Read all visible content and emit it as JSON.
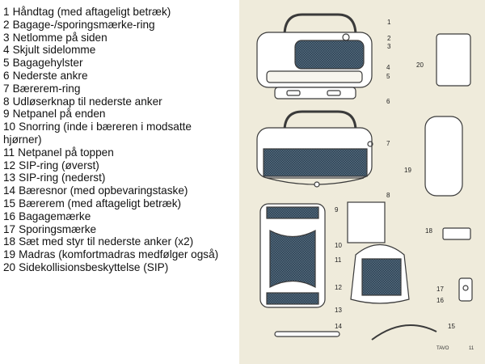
{
  "legend": {
    "items": [
      {
        "number": "1",
        "label": "Håndtag (med aftageligt betræk)"
      },
      {
        "number": "2",
        "label": "Bagage-/sporingsmærke-ring"
      },
      {
        "number": "3",
        "label": "Netlomme på siden"
      },
      {
        "number": "4",
        "label": "Skjult sidelomme"
      },
      {
        "number": "5",
        "label": "Bagagehylster"
      },
      {
        "number": "6",
        "label": "Nederste ankre"
      },
      {
        "number": "7",
        "label": "Bærerem-ring"
      },
      {
        "number": "8",
        "label": "Udløserknap til nederste anker"
      },
      {
        "number": "9",
        "label": "Netpanel på enden"
      },
      {
        "number": "10",
        "label": "Snorring (inde i bæreren i modsatte"
      },
      {
        "number": "",
        "label": "hjørner)"
      },
      {
        "number": "11",
        "label": "Netpanel på toppen"
      },
      {
        "number": "12",
        "label": "SIP-ring (øverst)"
      },
      {
        "number": "13",
        "label": "SIP-ring (nederst)"
      },
      {
        "number": "14",
        "label": "Bæresnor (med opbevaringstaske)"
      },
      {
        "number": "15",
        "label": "Bærerem (med aftageligt betræk)"
      },
      {
        "number": "16",
        "label": "Bagagemærke"
      },
      {
        "number": "17",
        "label": "Sporingsmærke"
      },
      {
        "number": "18",
        "label": "Sæt med styr til nederste anker (x2)"
      },
      {
        "number": "19",
        "label": "Madras (komfortmadras medfølger også)"
      },
      {
        "number": "20",
        "label": "Sidekollisionsbeskyttelse (SIP)"
      }
    ]
  },
  "callouts": [
    "1",
    "2",
    "3",
    "4",
    "5",
    "6",
    "7",
    "8",
    "9",
    "10",
    "11",
    "12",
    "13",
    "14",
    "15",
    "16",
    "17",
    "18",
    "19",
    "20"
  ],
  "footer": {
    "brand": "TAVO",
    "page": "11"
  },
  "colors": {
    "panel": "#efebdb",
    "line": "#3a3a3a",
    "mesh": "#33485a",
    "white": "#ffffff"
  }
}
